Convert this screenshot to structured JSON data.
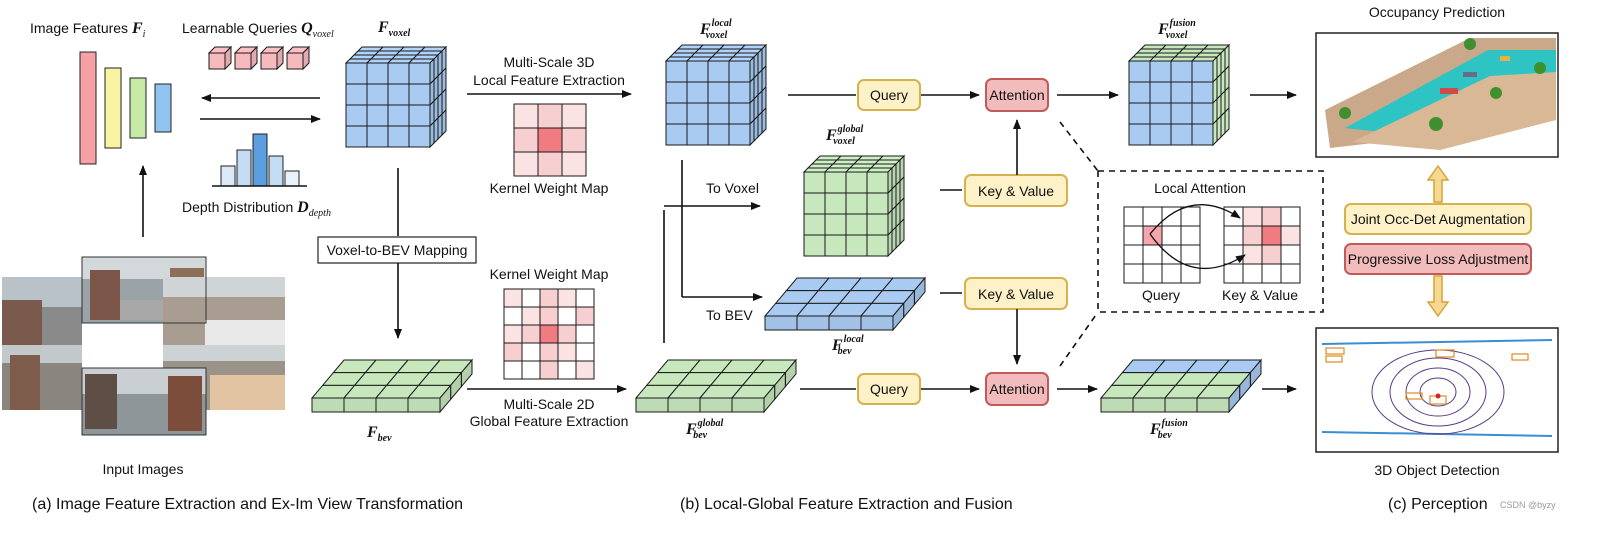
{
  "colors": {
    "blue": "#a9cbf2",
    "green": "#c7e7bd",
    "pink": "#f6b9bd",
    "yellow_fill": "#fdf1c8",
    "yellow_stroke": "#d6b14c",
    "red_fill": "#f3bcbc",
    "red_stroke": "#c25a5a"
  },
  "section_a": {
    "caption": "(a) Image Feature Extraction and Ex-Im View Transformation",
    "image_features": {
      "text": "Image Features ",
      "math": "F",
      "sub": "i"
    },
    "learnable_queries": {
      "text": "Learnable Queries ",
      "math": "Q",
      "sub": "voxel"
    },
    "depth_distribution": {
      "text": "Depth Distribution ",
      "math": "D",
      "sub": "depth"
    },
    "f_voxel": {
      "math": "F",
      "sub": "voxel"
    },
    "voxel_to_bev": "Voxel-to-BEV Mapping",
    "f_bev": {
      "math": "F",
      "sub": "bev"
    },
    "input_images": "Input Images"
  },
  "section_b": {
    "caption": "(b) Local-Global Feature Extraction and Fusion",
    "multi3d_line1": "Multi-Scale 3D",
    "multi3d_line2": "Local Feature Extraction",
    "kernel_weight_map_top": "Kernel Weight Map",
    "kernel_weight_map_mid": "Kernel Weight Map",
    "multi2d_line1": "Multi-Scale 2D",
    "multi2d_line2": "Global Feature Extraction",
    "f_voxel_local": {
      "math": "F",
      "sub": "voxel",
      "sup": "local"
    },
    "f_voxel_global": {
      "math": "F",
      "sub": "voxel",
      "sup": "global"
    },
    "f_bev_local": {
      "math": "F",
      "sub": "bev",
      "sup": "local"
    },
    "f_bev_global": {
      "math": "F",
      "sub": "bev",
      "sup": "global"
    },
    "f_voxel_fusion": {
      "math": "F",
      "sub": "voxel",
      "sup": "fusion"
    },
    "f_bev_fusion": {
      "math": "F",
      "sub": "bev",
      "sup": "fusion"
    },
    "to_voxel": "To Voxel",
    "to_bev": "To BEV",
    "query_top": "Query",
    "query_bottom": "Query",
    "attention_top": "Attention",
    "attention_bottom": "Attention",
    "kv_top": "Key & Value",
    "kv_bottom": "Key & Value",
    "local_attention": "Local Attention",
    "la_query": "Query",
    "la_kv": "Key & Value"
  },
  "section_c": {
    "caption": "(c) Perception",
    "occupancy": "Occupancy Prediction",
    "detection": "3D Object Detection",
    "joint": "Joint Occ-Det Augmentation",
    "progressive": "Progressive Loss Adjustment"
  },
  "watermark": "CSDN @byzy"
}
